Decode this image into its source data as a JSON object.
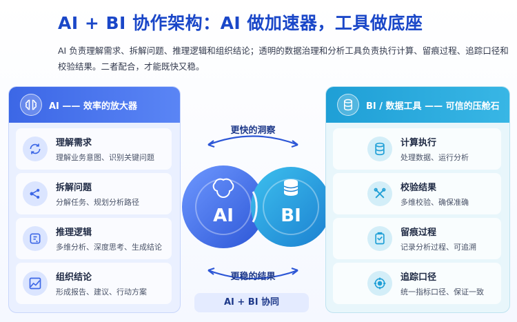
{
  "title": "AI + BI 协作架构：AI 做加速器，工具做底座",
  "description": "AI 负责理解需求、拆解问题、推理逻辑和组织结论；透明的数据治理和分析工具负责执行计算、留痕过程、追踪口径和校验结果。二者配合，才能既快又稳。",
  "left_panel": {
    "header": "AI —— 效率的放大器",
    "items": [
      {
        "title": "理解需求",
        "sub": "理解业务意图、识别关键问题",
        "icon": "refresh-icon"
      },
      {
        "title": "拆解问题",
        "sub": "分解任务、规划分析路径",
        "icon": "network-icon"
      },
      {
        "title": "推理逻辑",
        "sub": "多维分析、深度思考、生成结论",
        "icon": "reasoning-icon"
      },
      {
        "title": "组织结论",
        "sub": "形成报告、建议、行动方案",
        "icon": "report-icon"
      }
    ]
  },
  "right_panel": {
    "header": "BI / 数据工具 —— 可信的压舱石",
    "items": [
      {
        "title": "计算执行",
        "sub": "处理数据、运行分析",
        "icon": "database-icon"
      },
      {
        "title": "校验结果",
        "sub": "多维校验、确保准确",
        "icon": "check-tools-icon"
      },
      {
        "title": "留痕过程",
        "sub": "记录分析过程、可追溯",
        "icon": "clipboard-icon"
      },
      {
        "title": "追踪口径",
        "sub": "统一指标口径、保证一致",
        "icon": "target-icon"
      }
    ]
  },
  "center": {
    "top_label": "更快的洞察",
    "bottom_label": "更稳的结果",
    "left_loop": "AI",
    "right_loop": "BI",
    "badge": "AI + BI 协同"
  },
  "colors": {
    "ai_blue": "#3c67e6",
    "bi_cyan": "#1f9fd6",
    "title_blue": "#1a47c8"
  }
}
